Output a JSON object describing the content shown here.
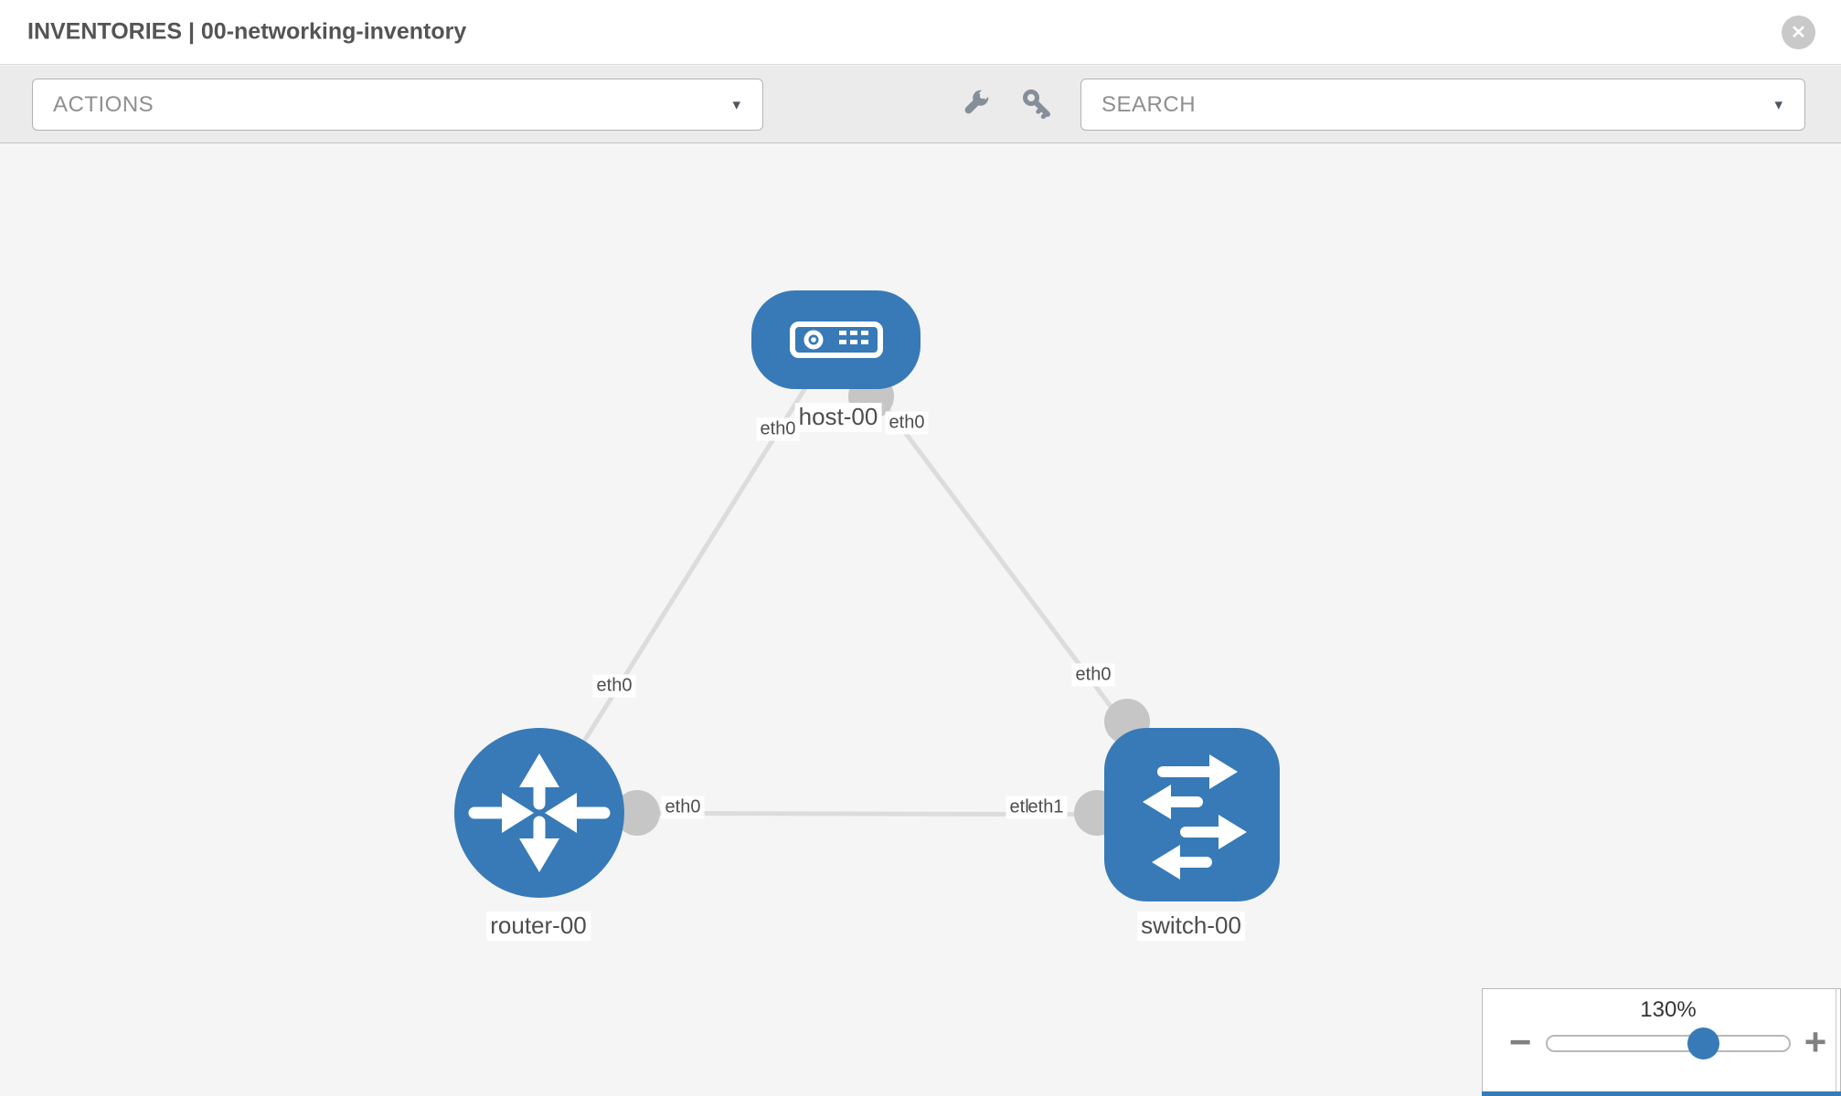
{
  "header": {
    "title": "INVENTORIES | 00-networking-inventory"
  },
  "toolbar": {
    "actions_label": "ACTIONS",
    "search_label": "SEARCH"
  },
  "icons": {
    "close": "✕",
    "caret": "▾",
    "minus": "−",
    "plus": "+"
  },
  "graph": {
    "nodes": [
      {
        "id": "host-00",
        "type": "host"
      },
      {
        "id": "router-00",
        "type": "router"
      },
      {
        "id": "switch-00",
        "type": "switch"
      }
    ],
    "links": [
      {
        "source": "host-00",
        "target": "router-00"
      },
      {
        "source": "host-00",
        "target": "switch-00"
      },
      {
        "source": "router-00",
        "target": "switch-00"
      }
    ],
    "labels": {
      "host_name": "host-00",
      "router_name": "router-00",
      "switch_name": "switch-00",
      "host_if_left": "eth0",
      "host_if_right": "eth0",
      "router_if_top": "eth0",
      "router_if_right": "eth0",
      "switch_if_top": "eth0",
      "switch_if_under": "eth0",
      "switch_if_over": "eth1"
    },
    "colors": {
      "node_blue": "#377ab7",
      "link_gray": "#dcdcdc",
      "port_gray": "#c6c6c6"
    }
  },
  "zoom_control": {
    "value": "130%"
  }
}
